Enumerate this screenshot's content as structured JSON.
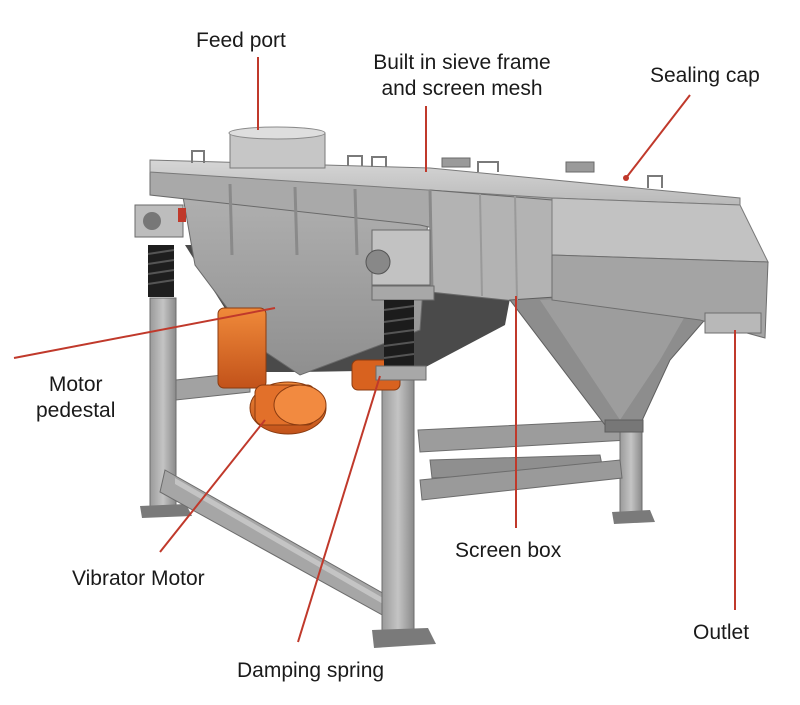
{
  "labels": {
    "feed_port": "Feed port",
    "built_in_line1": "Built in sieve frame",
    "built_in_line2": "and screen mesh",
    "sealing_cap": "Sealing cap",
    "motor_pedestal_line1": "Motor",
    "motor_pedestal_line2": "pedestal",
    "vibrator_motor": "Vibrator Motor",
    "screen_box": "Screen box",
    "outlet": "Outlet",
    "damping_spring": "Damping spring"
  },
  "colors": {
    "leader": "#c0392b",
    "steel_light": "#c9c9c9",
    "steel_mid": "#a8a8a8",
    "steel_dark": "#808080",
    "steel_edge": "#5e5e5e",
    "motor_orange": "#e0691f",
    "spring_black": "#222222"
  }
}
